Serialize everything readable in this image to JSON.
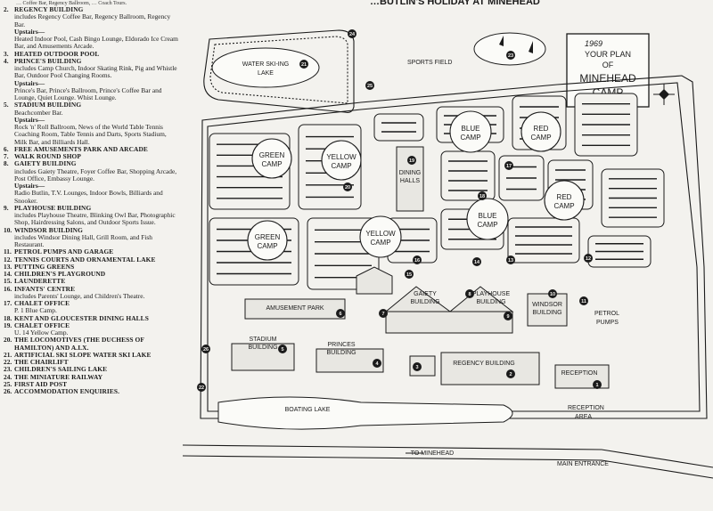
{
  "legend": {
    "top_cut": "… Coffee Bar, Regency Ballroom, … Coach Tours.",
    "items": [
      {
        "num": "2.",
        "title": "REGENCY BUILDING",
        "desc": "includes Regency Coffee Bar, Regency Ballroom, Regency Bar.",
        "sub": "Upstairs—",
        "sub_desc": "Heated Indoor Pool, Cash Bingo Lounge, Eldorado Ice Cream Bar, and Amusements Arcade."
      },
      {
        "num": "3.",
        "title": "HEATED OUTDOOR POOL"
      },
      {
        "num": "4.",
        "title": "PRINCE'S BUILDING",
        "desc": "includes Camp Church, Indoor Skating Rink, Pig and Whistle Bar, Outdoor Pool Changing Rooms.",
        "sub": "Upstairs—",
        "sub_desc": "Prince's Bar, Prince's Ballroom, Prince's Coffee Bar and Lounge, Quiet Lounge. Whist Lounge."
      },
      {
        "num": "5.",
        "title": "STADIUM BUILDING",
        "desc": "Beachcomber Bar.",
        "sub": "Upstairs—",
        "sub_desc": "Rock 'n' Roll Ballroom, News of the World Table Tennis Coaching Room, Table Tennis and Darts, Sports Stadium, Milk Bar, and Billiards Hall."
      },
      {
        "num": "6.",
        "title": "FREE AMUSEMENTS PARK AND ARCADE"
      },
      {
        "num": "7.",
        "title": "WALK ROUND SHOP"
      },
      {
        "num": "8.",
        "title": "GAIETY BUILDING",
        "desc": "includes Gaiety Theatre, Foyer Coffee Bar, Shopping Arcade, Post Office, Embassy Lounge.",
        "sub": "Upstairs—",
        "sub_desc": "Radio Butlin, T.V. Lounges, Indoor Bowls, Billiards and Snooker."
      },
      {
        "num": "9.",
        "title": "PLAYHOUSE BUILDING",
        "desc": "includes Playhouse Theatre, Blinking Owl Bar, Photographic Shop, Hairdressing Salons, and Outdoor Sports Issue."
      },
      {
        "num": "10.",
        "title": "WINDSOR BUILDING",
        "desc": "includes Windsor Dining Hall, Grill Room, and Fish Restaurant."
      },
      {
        "num": "11.",
        "title": "PETROL PUMPS AND GARAGE"
      },
      {
        "num": "12.",
        "title": "TENNIS COURTS AND ORNAMENTAL LAKE"
      },
      {
        "num": "13.",
        "title": "PUTTING GREENS"
      },
      {
        "num": "14.",
        "title": "CHILDREN'S PLAYGROUND"
      },
      {
        "num": "15.",
        "title": "LAUNDERETTE"
      },
      {
        "num": "16.",
        "title": "INFANTS' CENTRE",
        "desc": "includes Parents' Lounge, and Children's Theatre."
      },
      {
        "num": "17.",
        "title": "CHALET OFFICE",
        "desc": "P. 1 Blue Camp."
      },
      {
        "num": "18.",
        "title": "KENT AND GLOUCESTER DINING HALLS"
      },
      {
        "num": "19.",
        "title": "CHALET OFFICE",
        "desc": "U. 14 Yellow Camp."
      },
      {
        "num": "20.",
        "title": "THE LOCOMOTIVES (THE DUCHESS OF HAMILTON) AND A.I.X."
      },
      {
        "num": "21.",
        "title": "ARTIFICIAL SKI SLOPE   WATER SKI LAKE"
      },
      {
        "num": "22.",
        "title": "THE CHAIRLIFT"
      },
      {
        "num": "23.",
        "title": "CHILDREN'S SAILING LAKE"
      },
      {
        "num": "24.",
        "title": "THE MINIATURE RAILWAY"
      },
      {
        "num": "25.",
        "title": "FIRST AID POST"
      },
      {
        "num": "26.",
        "title": "ACCOMMODATION ENQUIRIES."
      }
    ]
  },
  "map": {
    "top_banner": "…BUTLIN'S HOLIDAY AT MINEHEAD",
    "title_box": {
      "year": "1969",
      "line1": "YOUR PLAN",
      "line2": "OF",
      "line3": "MINEHEAD",
      "line4": "CAMP"
    },
    "camps": {
      "green_top": [
        "GREEN",
        "CAMP"
      ],
      "yellow_top": [
        "YELLOW",
        "CAMP"
      ],
      "blue_top": [
        "BLUE",
        "CAMP"
      ],
      "red_top": [
        "RED",
        "CAMP"
      ],
      "green_bottom": [
        "GREEN",
        "CAMP"
      ],
      "yellow_bottom": [
        "YELLOW",
        "CAMP"
      ],
      "blue_bottom": [
        "BLUE",
        "CAMP"
      ],
      "red_bottom": [
        "RED",
        "CAMP"
      ]
    },
    "labels": {
      "water_ski_lake": [
        "WATER SKI-ING",
        "LAKE"
      ],
      "sports_field": "SPORTS FIELD",
      "dining_halls": [
        "DINING",
        "HALLS"
      ],
      "amusement_park": "AMUSEMENT PARK",
      "gaiety": [
        "GAIETY",
        "BUILDING"
      ],
      "playhouse": [
        "PLAYHOUSE",
        "BUILDING"
      ],
      "windsor": [
        "WINDSOR",
        "BUILDING"
      ],
      "petrol": [
        "PETROL",
        "PUMPS"
      ],
      "stadium": [
        "STADIUM",
        "BUILDING"
      ],
      "princes": [
        "PRINCES",
        "BUILDING"
      ],
      "regency": "REGENCY BUILDING",
      "reception": "RECEPTION",
      "reception_area": [
        "RECEPTION",
        "AREA"
      ],
      "boating_lake": "BOATING LAKE",
      "to_minehead": "TO MINEHEAD",
      "main_entrance": "MAIN ENTRANCE"
    },
    "markers": [
      "1",
      "2",
      "3",
      "4",
      "5",
      "6",
      "7",
      "8",
      "9",
      "10",
      "11",
      "12",
      "13",
      "14",
      "15",
      "16",
      "17",
      "18",
      "19",
      "20",
      "21",
      "22",
      "23",
      "24",
      "25",
      "26"
    ]
  }
}
